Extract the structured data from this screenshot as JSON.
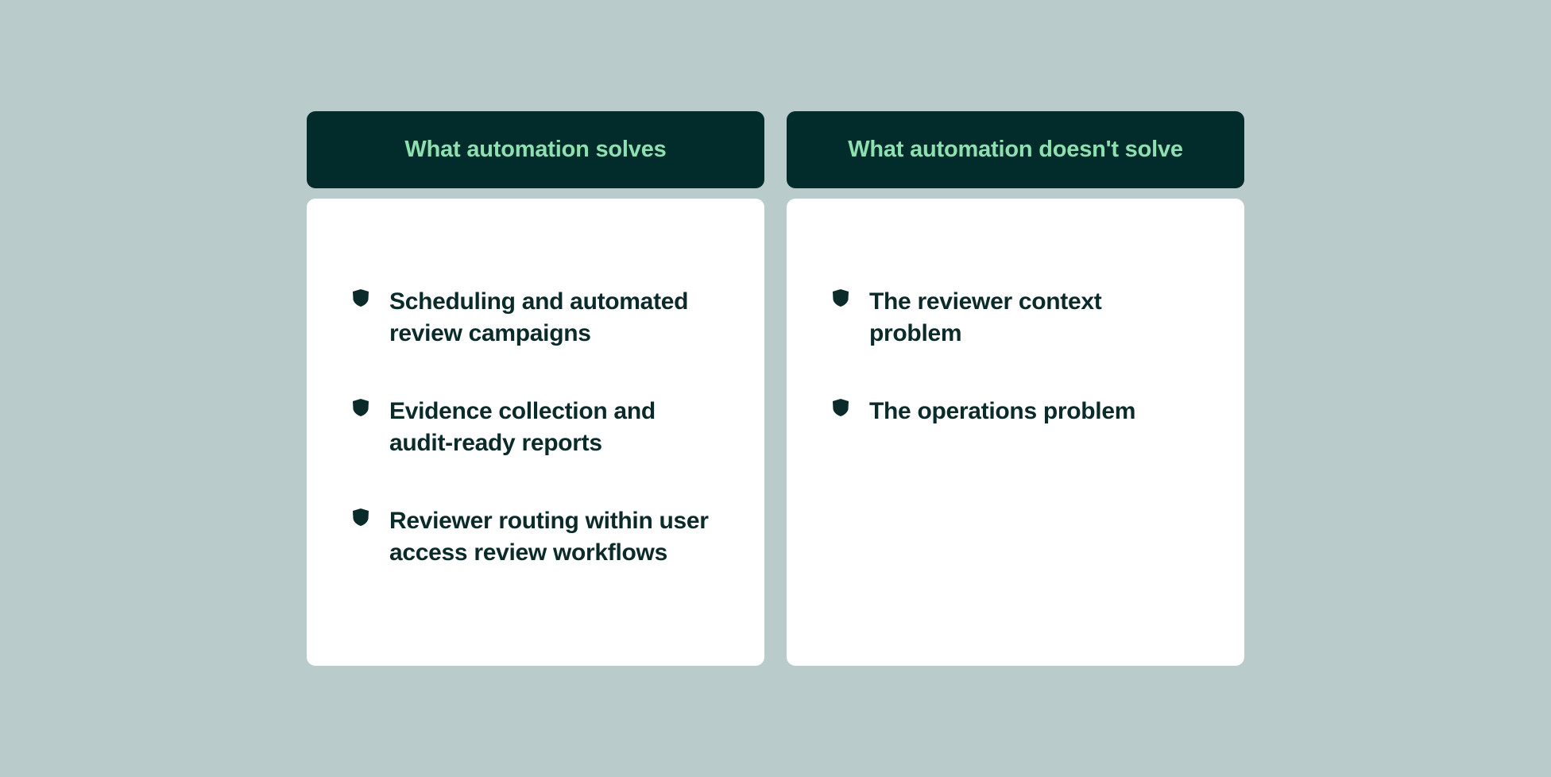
{
  "columns": [
    {
      "title": "What automation solves",
      "items": [
        "Scheduling and automated review campaigns",
        "Evidence collection and audit-ready reports",
        "Reviewer routing within user access review workflows"
      ]
    },
    {
      "title": "What automation doesn't solve",
      "items": [
        "The reviewer context problem",
        "The operations problem"
      ]
    }
  ],
  "colors": {
    "background": "#b9cbcb",
    "header_bg": "#022b2b",
    "header_text": "#8ee0b0",
    "card_bg": "#ffffff",
    "body_text": "#0b2a2a",
    "bullet": "#0b2a2a"
  },
  "icons": {
    "bullet": "shield-icon"
  }
}
